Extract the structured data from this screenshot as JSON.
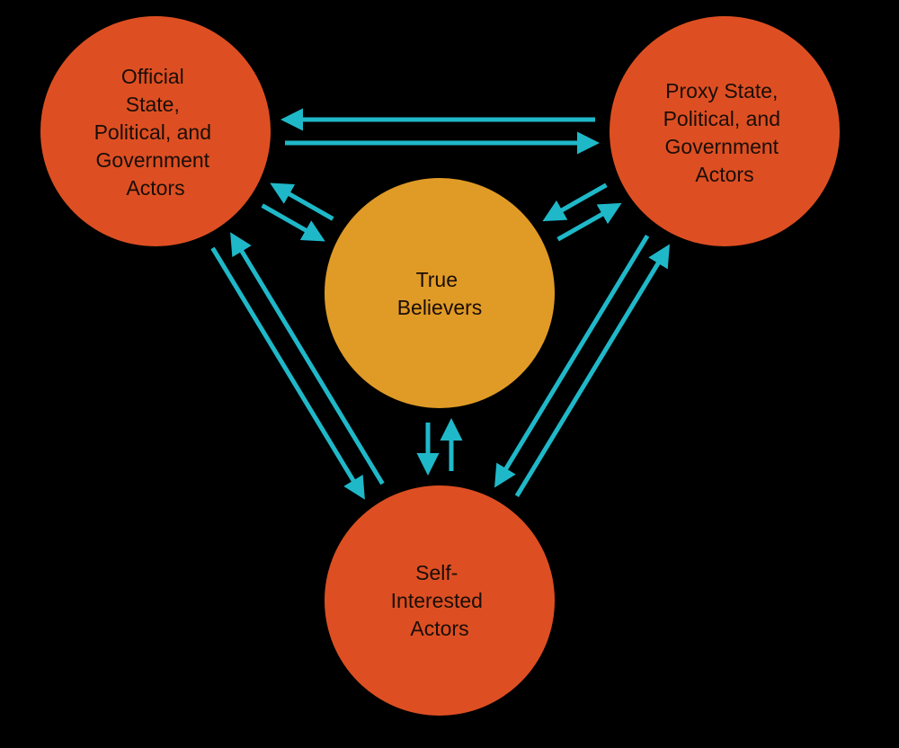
{
  "colors": {
    "background": "#000000",
    "actor_fill": "#dd4f22",
    "believer_fill": "#e09b26",
    "arrow": "#1fb8c9",
    "label": "#1a0d08"
  },
  "nodes": {
    "official": {
      "lines": [
        "Official",
        "State,",
        "Political, and",
        "Government",
        "Actors"
      ]
    },
    "proxy": {
      "lines": [
        "Proxy State,",
        "Political, and",
        "Government",
        "Actors"
      ]
    },
    "believers": {
      "lines": [
        "True",
        "Believers"
      ]
    },
    "self_interested": {
      "lines": [
        "Self-",
        "Interested",
        "Actors"
      ]
    }
  },
  "arrows": [
    {
      "from": "proxy",
      "to": "official"
    },
    {
      "from": "official",
      "to": "proxy"
    },
    {
      "from": "official",
      "to": "believers"
    },
    {
      "from": "believers",
      "to": "official"
    },
    {
      "from": "proxy",
      "to": "believers"
    },
    {
      "from": "believers",
      "to": "proxy"
    },
    {
      "from": "official",
      "to": "self_interested"
    },
    {
      "from": "self_interested",
      "to": "official"
    },
    {
      "from": "self_interested",
      "to": "proxy"
    },
    {
      "from": "proxy",
      "to": "self_interested"
    },
    {
      "from": "believers",
      "to": "self_interested"
    },
    {
      "from": "self_interested",
      "to": "believers"
    }
  ]
}
